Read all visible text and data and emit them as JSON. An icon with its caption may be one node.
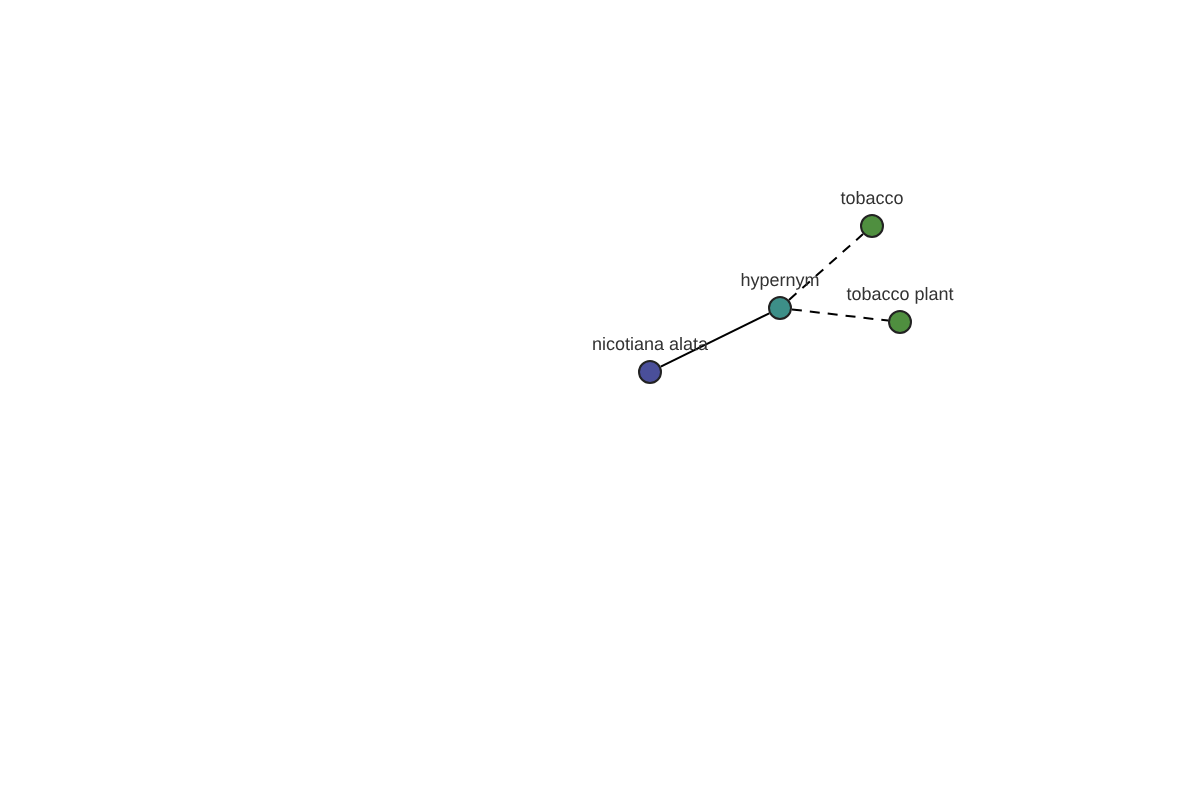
{
  "diagram": {
    "nodes": [
      {
        "text": [
          "nicotiana alata"
        ]
      },
      {
        "text": [
          "hypernym"
        ]
      },
      {
        "text": [
          "tobacco"
        ]
      },
      {
        "text": [
          "tobacco plant"
        ]
      }
    ],
    "edges": [
      {
        "from": 0,
        "to": 1,
        "arrow": "none"
      },
      {
        "from": 1,
        "to": 2,
        "arrow": "none",
        "style": "dashed"
      },
      {
        "from": 1,
        "to": 3,
        "arrow": "none",
        "style": "dashed"
      }
    ]
  }
}
